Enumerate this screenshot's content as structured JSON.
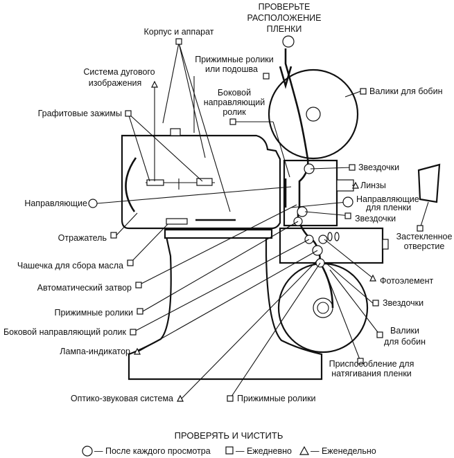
{
  "top_note": [
    "ПРОВЕРЬТЕ",
    "РАСПОЛОЖЕНИЕ",
    "ПЛЕНКИ"
  ],
  "labels": {
    "housing": "Корпус и аппарат",
    "pressure_rollers_top": [
      "Прижимные ролики",
      "или подошва"
    ],
    "arc_system": [
      "Система дугового",
      "изображения"
    ],
    "side_guide_top": [
      "Боковой",
      "направляющий",
      "ролик"
    ],
    "reel_rollers_top": "Валики для бобин",
    "graphite_clamps": "Графитовые зажимы",
    "sprockets_1": "Звездочки",
    "lenses": "Линзы",
    "guides_left": "Направляющие",
    "film_guides": [
      "Направляющие",
      "для пленки"
    ],
    "sprockets_2": "Звездочки",
    "glazed_hole": [
      "Застекленное",
      "отверстие"
    ],
    "reflector": "Отражатель",
    "oil_cup": "Чашечка для сбора масла",
    "auto_shutter": "Автоматический затвор",
    "photocell": "Фотоэлемент",
    "pressure_rollers_mid": "Прижимные ролики",
    "sprockets_3": "Звездочки",
    "side_guide_bottom": "Боковой направляющий ролик",
    "reel_rollers_bottom": [
      "Валики",
      "для бобин"
    ],
    "indicator_lamp": "Лампа-индикатор",
    "tension_device": [
      "Приспособление для",
      "натягивания пленки"
    ],
    "optical_sound": "Оптико-звуковая система",
    "pressure_rollers_bottom": "Прижимные ролики"
  },
  "legend": {
    "title": "ПРОВЕРЯТЬ И ЧИСТИТЬ",
    "after_each": "— После каждого просмотра",
    "daily": "— Ежедневно",
    "weekly": "— Еженедельно"
  }
}
